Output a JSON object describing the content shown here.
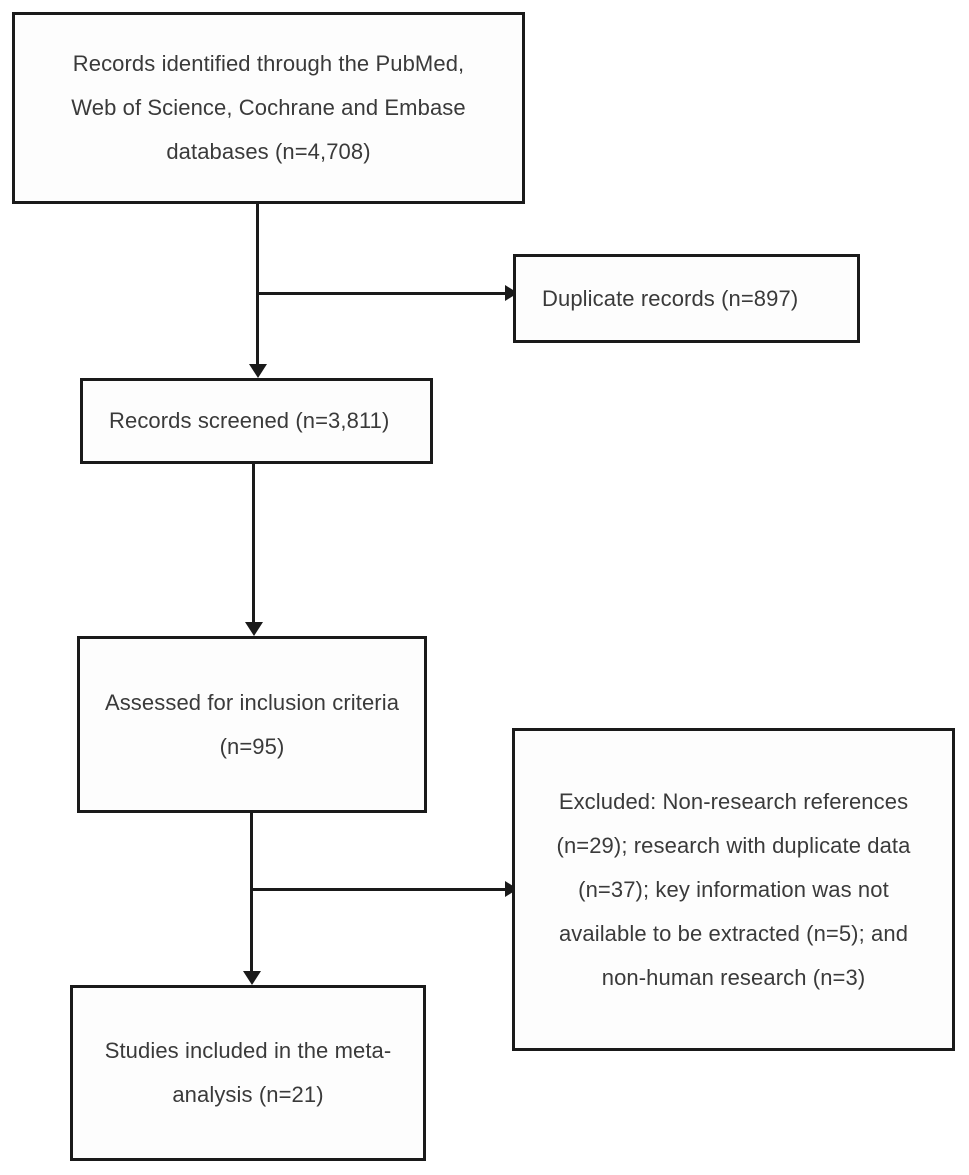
{
  "diagram": {
    "type": "prisma-flow-diagram",
    "title": "",
    "boxes": [
      {
        "id": "identified",
        "name": "records-identified-box",
        "lines": [
          "Records identified through the PubMed,",
          "Web of  Science, Cochrane and Embase",
          "databases (n=4,708)"
        ],
        "count": 4708
      },
      {
        "id": "duplicates",
        "name": "duplicate-records-box",
        "lines": [
          "Duplicate records (n=897)"
        ],
        "count": 897
      },
      {
        "id": "screened",
        "name": "records-screened-box",
        "lines": [
          "Records screened (n=3,811)"
        ],
        "count": 3811
      },
      {
        "id": "assessed",
        "name": "assessed-inclusion-box",
        "lines": [
          "Assessed for inclusion criteria",
          "(n=95)"
        ],
        "count": 95
      },
      {
        "id": "excluded",
        "name": "excluded-reasons-box",
        "lines": [
          "Excluded: Non-research references",
          "(n=29); research with duplicate data",
          "(n=37); key information was not",
          "available to be extracted (n=5); and",
          "non-human research (n=3)"
        ],
        "reasons": [
          {
            "label": "Non-research references",
            "count": 29
          },
          {
            "label": "research with duplicate data",
            "count": 37
          },
          {
            "label": "key information was not available to be extracted",
            "count": 5
          },
          {
            "label": "non-human research",
            "count": 3
          }
        ]
      },
      {
        "id": "included",
        "name": "studies-included-box",
        "lines": [
          "Studies included in the meta-",
          "analysis (n=21)"
        ],
        "count": 21
      }
    ],
    "colors": {
      "border": "#1a1a1a",
      "text": "#3a3a3a",
      "background": "#ffffff",
      "box_fill": "#fdfdfd"
    }
  }
}
